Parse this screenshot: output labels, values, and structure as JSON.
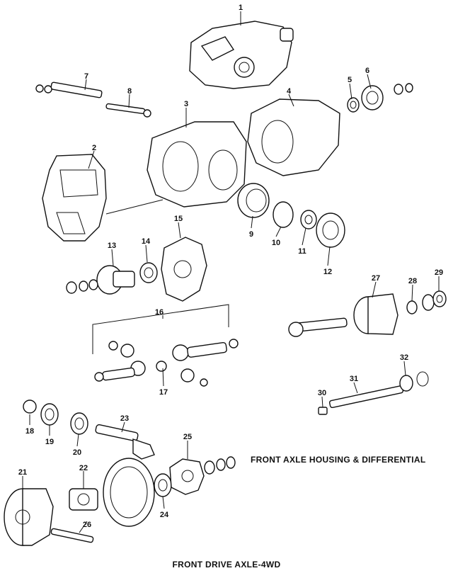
{
  "section_caption": "FRONT AXLE HOUSING & DIFFERENTIAL",
  "title": "FRONT DRIVE AXLE-4WD",
  "callouts": [
    "1",
    "2",
    "3",
    "4",
    "5",
    "6",
    "7",
    "8",
    "9",
    "10",
    "11",
    "12",
    "13",
    "14",
    "15",
    "16",
    "17",
    "18",
    "19",
    "20",
    "21",
    "22",
    "23",
    "24",
    "25",
    "26",
    "27",
    "28",
    "29",
    "30",
    "31",
    "32"
  ]
}
